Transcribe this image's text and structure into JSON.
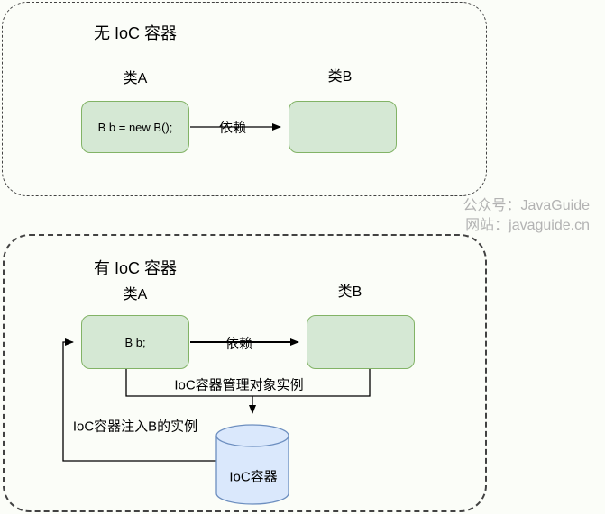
{
  "watermark": {
    "line1": "公众号：JavaGuide",
    "line2": "网站：javaguide.cn"
  },
  "sections": {
    "no_ioc": {
      "title": "无 IoC 容器",
      "class_a_label": "类A",
      "class_b_label": "类B",
      "class_a_code": "B b = new B();",
      "dependency_label": "依赖"
    },
    "has_ioc": {
      "title": "有 IoC 容器",
      "class_a_label": "类A",
      "class_b_label": "类B",
      "class_a_code": "B b;",
      "dependency_label": "依赖",
      "manage_label": "IoC容器管理对象实例",
      "inject_label": "IoC容器注入B的实例",
      "container_label": "IoC容器"
    }
  },
  "colors": {
    "class_box_fill": "#d5e8d4",
    "class_box_stroke": "#82b366",
    "cylinder_fill": "#dae8fc",
    "cylinder_stroke": "#6c8ebf",
    "connector": "#000000",
    "dashed_border": "#424242",
    "watermark_text": "#b3b3b3",
    "background": "#fbfdf8"
  }
}
